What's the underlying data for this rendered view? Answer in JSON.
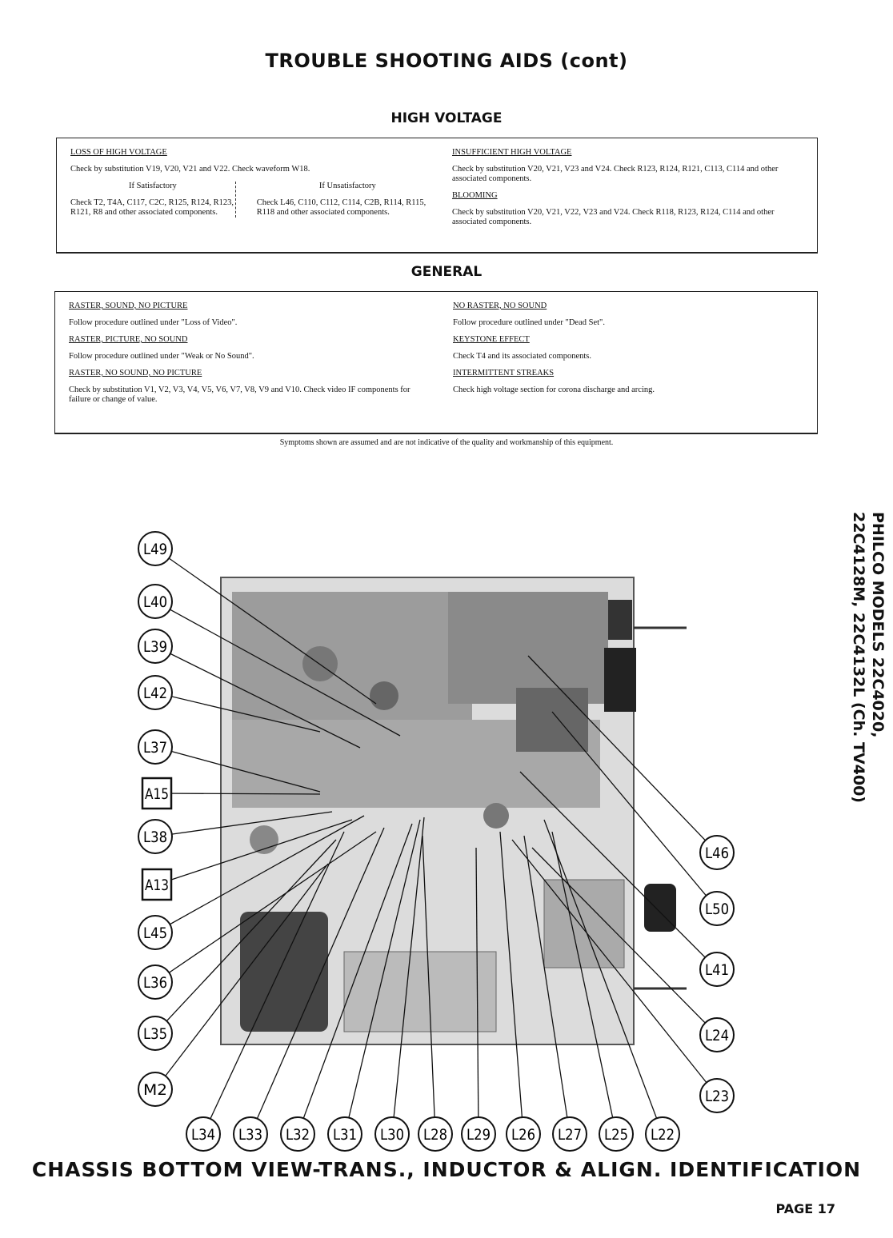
{
  "page_title": "TROUBLE SHOOTING AIDS (cont)",
  "high_voltage": {
    "title": "HIGH VOLTAGE",
    "loss": {
      "heading": "LOSS OF HIGH VOLTAGE",
      "text": "Check by substitution V19, V20, V21 and V22.  Check waveform W18.",
      "if_sat": "If Satisfactory",
      "if_unsat": "If Unsatisfactory",
      "sat_text": "Check T2, T4A, C117, C2C, R125, R124, R123, R121, R8 and other associated components.",
      "unsat_text": "Check L46, C110, C112, C114, C2B, R114, R115, R118 and other associated components."
    },
    "insufficient": {
      "heading": "INSUFFICIENT HIGH VOLTAGE",
      "text": "Check by substitution V20, V21, V23 and V24.  Check R123, R124, R121, C113, C114 and other associated components."
    },
    "blooming": {
      "heading": "BLOOMING",
      "text": "Check by substitution V20, V21, V22, V23 and V24.  Check R118, R123, R124, C114 and other associated components."
    }
  },
  "general": {
    "title": "GENERAL",
    "left": [
      {
        "heading": "RASTER, SOUND, NO PICTURE",
        "text": "Follow procedure outlined under \"Loss of Video\"."
      },
      {
        "heading": "RASTER, PICTURE, NO SOUND",
        "text": "Follow procedure outlined under \"Weak or No Sound\"."
      },
      {
        "heading": "RASTER, NO SOUND, NO PICTURE",
        "text": "Check by substitution V1, V2, V3, V4, V5, V6, V7, V8, V9 and V10.  Check video IF components for failure or change of value."
      }
    ],
    "right": [
      {
        "heading": "NO RASTER, NO SOUND",
        "text": "Follow procedure outlined under \"Dead Set\"."
      },
      {
        "heading": "KEYSTONE EFFECT",
        "text": "Check T4 and its associated components."
      },
      {
        "heading": "INTERMITTENT STREAKS",
        "text": "Check high voltage section for corona discharge and arcing."
      }
    ]
  },
  "footnote": "Symptoms shown are assumed and are not indicative of the quality and workmanship of this equipment.",
  "side_title_line1": "PHILCO MODELS 22C4020,",
  "side_title_line2": "22C4128M, 22C4132L (Ch. TV400)",
  "figure": {
    "title": "CHASSIS BOTTOM VIEW-TRANS., INDUCTOR & ALIGN. IDENTIFICATION",
    "left_labels": [
      "L49",
      "L40",
      "L39",
      "L42",
      "L37",
      "A15",
      "L38",
      "A13",
      "L45",
      "L36",
      "L35",
      "M2"
    ],
    "bottom_labels": [
      "L34",
      "L33",
      "L32",
      "L31",
      "L30",
      "L28",
      "L29",
      "L26",
      "L27",
      "L25",
      "L22"
    ],
    "right_labels": [
      "L46",
      "L50",
      "L41",
      "L24",
      "L23"
    ],
    "square_labels": [
      "A15",
      "A13"
    ]
  },
  "page_number": "PAGE 17"
}
